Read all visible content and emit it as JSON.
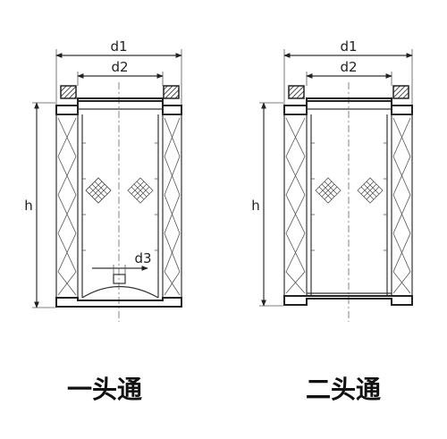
{
  "figures": [
    {
      "id": "one-end-open",
      "caption": "一头通",
      "labels": {
        "d1": "d1",
        "d2": "d2",
        "d3": "d3",
        "h": "h"
      }
    },
    {
      "id": "two-end-open",
      "caption": "二头通",
      "labels": {
        "d1": "d1",
        "d2": "d2",
        "h": "h"
      }
    }
  ],
  "colors": {
    "line": "#333333",
    "background": "#ffffff"
  }
}
